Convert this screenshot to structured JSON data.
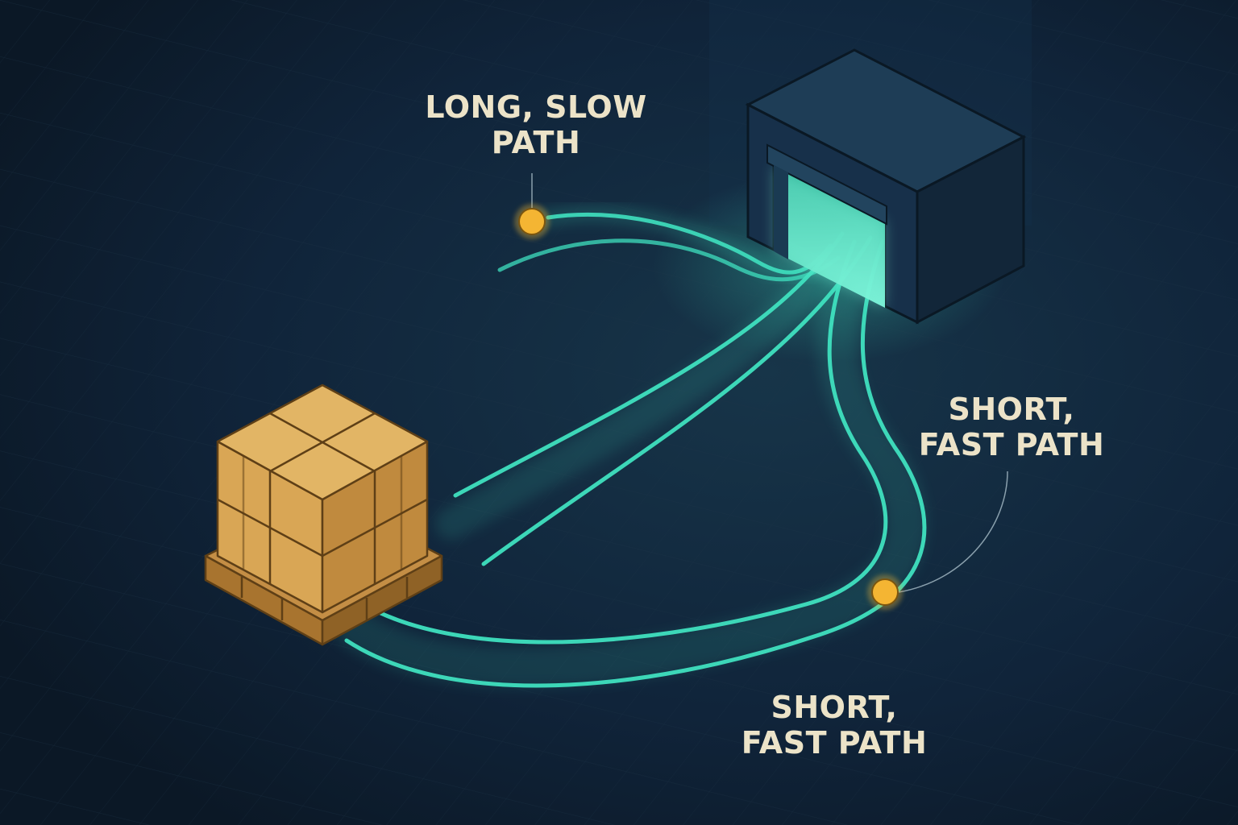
{
  "labels": {
    "long_path": {
      "line1": "LONG, SLOW",
      "line2": "PATH"
    },
    "short_path_upper": {
      "line1": "SHORT,",
      "line2": "FAST PATH"
    },
    "short_path_lower": {
      "line1": "SHORT,",
      "line2": "FAST PATH"
    }
  },
  "colors": {
    "background": "#0f1f2e",
    "path_glow": "#3fe0bf",
    "marker": "#f4b533",
    "boxes": "#d6a552",
    "pallet": "#b8843f",
    "warehouse": "#1a3247",
    "doorway_light": "#5ff2cf",
    "label_text": "#ece3c8"
  },
  "icons": {
    "origin": "pallet-of-boxes-icon",
    "destination": "warehouse-dock-icon",
    "waypoint": "marker-dot-icon"
  }
}
